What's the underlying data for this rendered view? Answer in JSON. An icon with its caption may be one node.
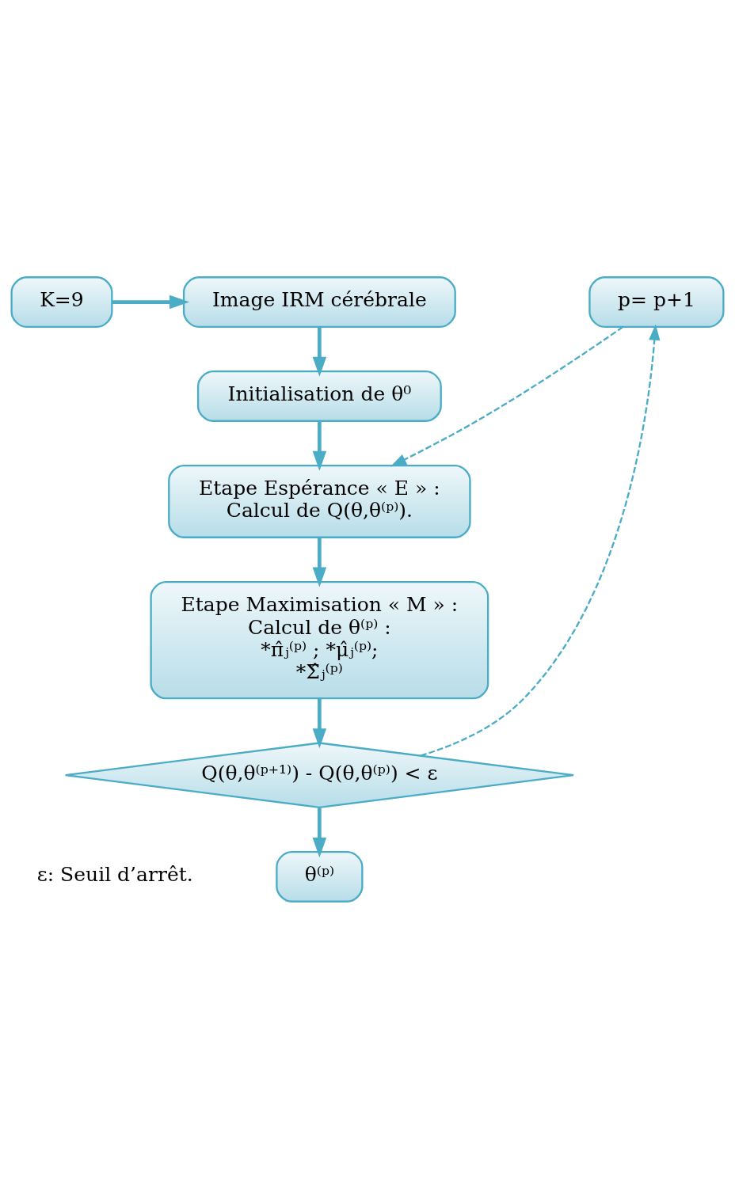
{
  "diagram": {
    "nodes": [
      {
        "text": [
          "K=9"
        ]
      },
      {
        "text": [
          "Image IRM cérébrale"
        ]
      },
      {
        "text": [
          "Initialisation de θ⁰"
        ]
      },
      {
        "text": [
          "Etape Espérance « E » :",
          "Calcul de Q(θ,θ⁽ᵖ⁾)."
        ]
      },
      {
        "text": [
          "Etape Maximisation « M » :",
          "Calcul de θ⁽ᵖ⁾ :",
          "*π̂ⱼ⁽ᵖ⁾ ; *μ̂ⱼ⁽ᵖ⁾;",
          "*Σ̂ⱼ⁽ᵖ⁾"
        ]
      },
      {
        "text": [
          "p= p+1"
        ]
      },
      {
        "text": [
          "Q(θ,θ⁽ᵖ⁺¹⁾) - Q(θ,θ⁽ᵖ⁾) < ε"
        ]
      },
      {
        "text": [
          "θ⁽ᵖ⁾"
        ]
      }
    ],
    "edges": [
      {
        "from": 0,
        "to": 1,
        "arrow": "to"
      },
      {
        "from": 1,
        "to": 2,
        "arrow": "to"
      },
      {
        "from": 2,
        "to": 3,
        "arrow": "to"
      },
      {
        "from": 3,
        "to": 4,
        "arrow": "to"
      },
      {
        "from": 4,
        "to": 6,
        "arrow": "to"
      },
      {
        "from": 6,
        "to": 7,
        "arrow": "to"
      },
      {
        "from": 6,
        "to": 5,
        "arrow": "to",
        "style": "dashed"
      },
      {
        "from": 5,
        "to": 3,
        "arrow": "to",
        "style": "dashed"
      }
    ],
    "labels": [
      "ε: Seuil d’arrêt."
    ]
  }
}
